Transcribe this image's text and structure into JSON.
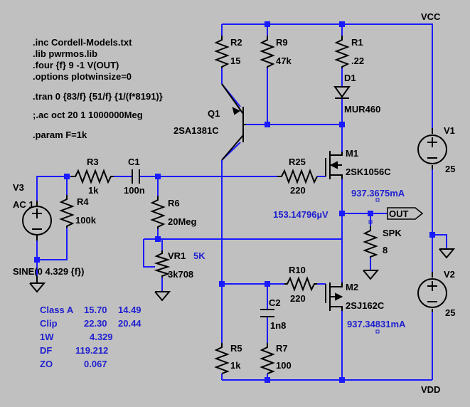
{
  "directives": [
    ".inc Cordell-Models.txt",
    ".lib pwrmos.lib",
    ".four {f} 9 -1 V(OUT)",
    ".options plotwinsize=0",
    ".tran 0 {83/f} {51/f} {1/(f*8191)}",
    ";.ac oct 20 1 1000000Meg",
    ".param F=1k"
  ],
  "rails": {
    "vcc": "VCC",
    "vdd": "VDD"
  },
  "components": {
    "r2": {
      "name": "R2",
      "value": "15"
    },
    "r9": {
      "name": "R9",
      "value": "47k"
    },
    "r1": {
      "name": "R1",
      "value": ".22"
    },
    "d1": {
      "name": "D1",
      "value": "MUR460"
    },
    "q1": {
      "name": "Q1",
      "value": "2SA1381C"
    },
    "r3": {
      "name": "R3",
      "value": "1k"
    },
    "c1": {
      "name": "C1",
      "value": "100n"
    },
    "r25": {
      "name": "R25",
      "value": "220"
    },
    "m1": {
      "name": "M1",
      "value": "2SK1056C"
    },
    "v1": {
      "name": "V1",
      "value": "25"
    },
    "v3": {
      "name": "V3",
      "value": "AC 1",
      "sine": "SINE(0 4.329 {f})"
    },
    "r4": {
      "name": "R4",
      "value": "100k"
    },
    "r6": {
      "name": "R6",
      "value": "20Meg"
    },
    "vr1": {
      "name": "VR1",
      "value": "3k708",
      "extra": "5K"
    },
    "spk": {
      "name": "SPK",
      "value": "8"
    },
    "v2": {
      "name": "V2",
      "value": "25"
    },
    "r10": {
      "name": "R10",
      "value": "220"
    },
    "m2": {
      "name": "M2",
      "value": "2SJ162C"
    },
    "c2": {
      "name": "C2",
      "value": "1n8"
    },
    "r5": {
      "name": "R5",
      "value": "1k"
    },
    "r7": {
      "name": "R7",
      "value": "100"
    }
  },
  "net_labels": {
    "out": "OUT"
  },
  "operating_point": {
    "m1_current": "937.3675mA",
    "m2_current": "937.34831mA",
    "out_voltage": "153.14796µV"
  },
  "results": [
    {
      "label": "Class A",
      "a": "15.70",
      "b": "14.49"
    },
    {
      "label": "Clip",
      "a": "22.30",
      "b": "20.44"
    },
    {
      "label": "1W",
      "a": "4.329",
      "b": ""
    },
    {
      "label": "DF",
      "a": "119.212",
      "b": ""
    },
    {
      "label": "ZO",
      "a": "0.067",
      "b": ""
    }
  ],
  "colors": {
    "background": "#c0c0c0",
    "wire": "#1a1aff",
    "component": "#000000",
    "annotation": "#1f1fd0"
  }
}
